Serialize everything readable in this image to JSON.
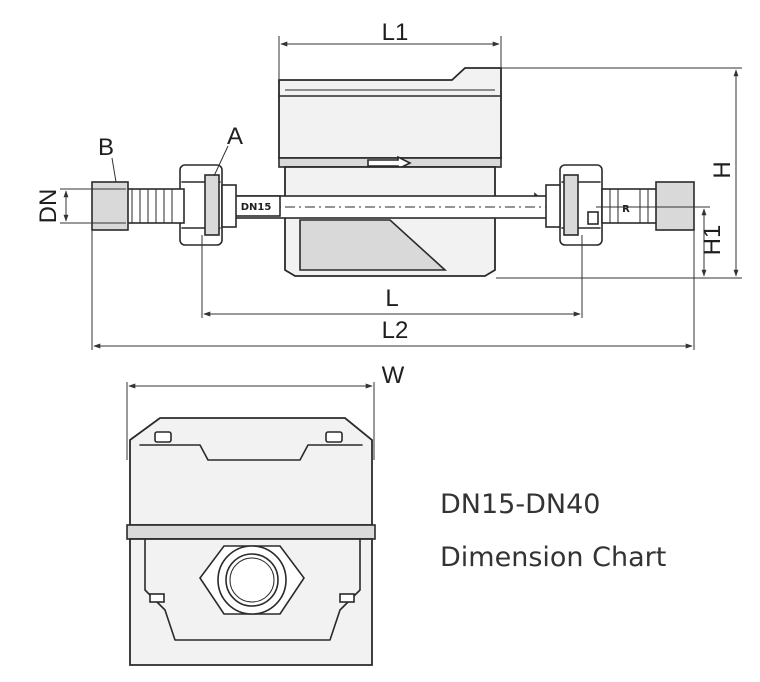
{
  "labels": {
    "L1": "L1",
    "A": "A",
    "B": "B",
    "DN": "DN",
    "H": "H",
    "H1": "H1",
    "L": "L",
    "L2": "L2",
    "W": "W",
    "body_marking": "DN15",
    "nut_marking": "R"
  },
  "caption": {
    "line1": "DN15-DN40",
    "line2": "Dimension Chart"
  }
}
